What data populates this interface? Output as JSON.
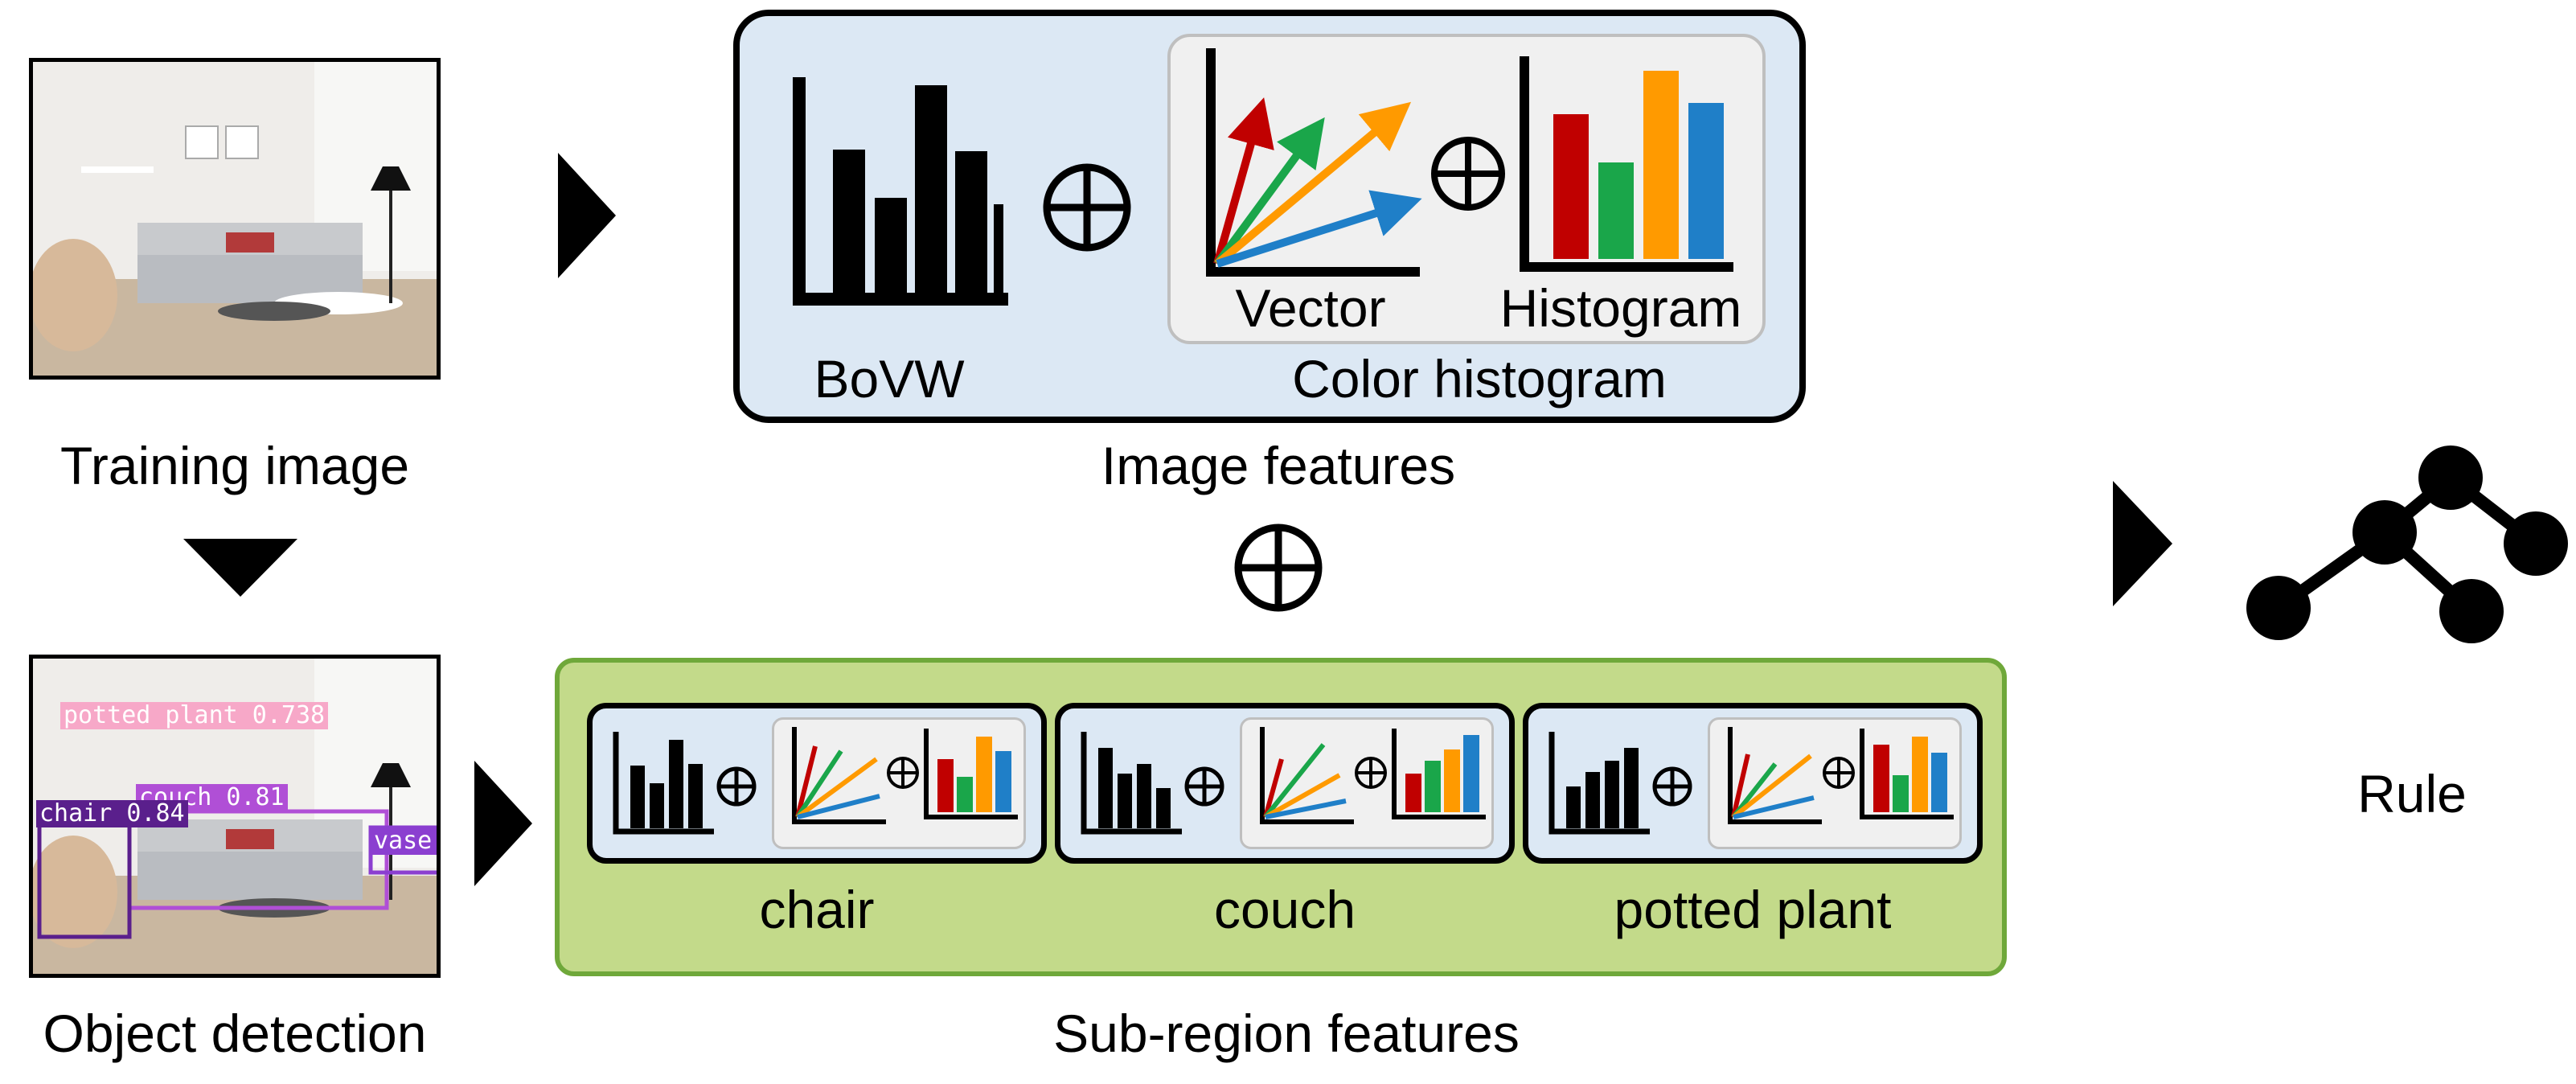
{
  "input": {
    "training_image_label": "Training image",
    "object_detection_label": "Object detection"
  },
  "detections": [
    {
      "label": "potted plant 0.738",
      "color": "#f7a8c8"
    },
    {
      "label": "couch 0.81",
      "color": "#b04fd6"
    },
    {
      "label": "chair 0.84",
      "color": "#5a1f8c"
    },
    {
      "label": "vase",
      "color": "#8b3fd0"
    }
  ],
  "image_features": {
    "title": "Image features",
    "bovw_label": "BoVW",
    "vector_label": "Vector",
    "histogram_label": "Histogram",
    "color_histogram_label": "Color histogram"
  },
  "combine_symbol": "⊕",
  "subregion_features": {
    "title": "Sub-region features",
    "regions": [
      {
        "label": "chair"
      },
      {
        "label": "couch"
      },
      {
        "label": "potted plant"
      }
    ]
  },
  "output": {
    "rule_label": "Rule"
  },
  "colors": {
    "red": "#c00000",
    "green": "#1aa64a",
    "orange": "#ff9a00",
    "blue": "#1f7fc8"
  }
}
